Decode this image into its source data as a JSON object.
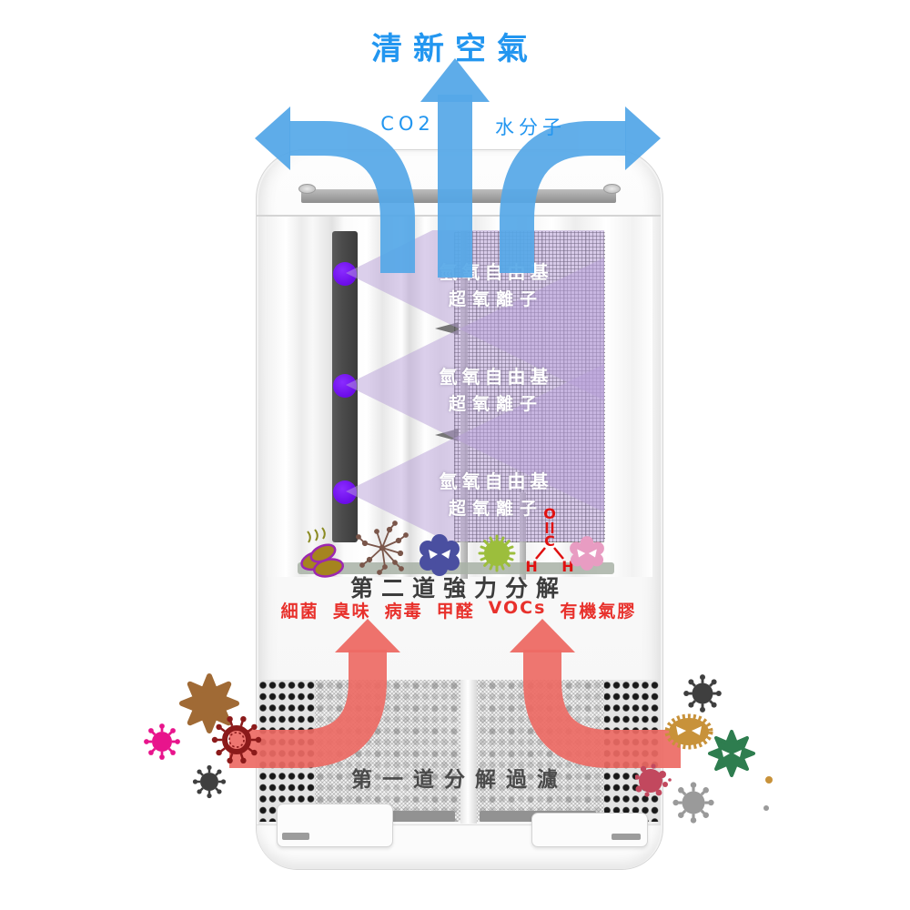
{
  "palette": {
    "blue": "#55A8E8",
    "blue_text": "#2296F0",
    "purple_beam": "#B7A0D8",
    "violet_led": "#6B0CE8",
    "lamp_gray": "#4B4B4B",
    "red_arrow": "#ED6A64",
    "red_text": "#E8312C",
    "dark_title": "#3D3D3D",
    "stage1_title": "#4A4A4A",
    "shelf": "#A8B2A6",
    "label_white": "#FFFFFF",
    "olive": "#A5841F",
    "outline_purple": "#9C27B0",
    "web_brown": "#7A564A",
    "indigo": "#4A4FA0",
    "spore_green": "#9CBE3C",
    "pink": "#E89CC2",
    "mol_red": "#E01010",
    "star_brown": "#A06A35",
    "magenta": "#E8148C",
    "maroon": "#8B1A1A",
    "dark_gray": "#3F3F3F",
    "gray": "#9A9A9A",
    "tan": "#C8923A",
    "green_star": "#2E7D4F",
    "splat": "#C2485E"
  },
  "header": {
    "title": "清新空氣",
    "left_label": "CO2",
    "right_label": "水分子"
  },
  "stage2": {
    "radical_line1": "氫氧自由基",
    "radical_line2": "超氧離子",
    "title": "第二道強力分解",
    "pollutants": [
      "細菌",
      "臭味",
      "病毒",
      "甲醛",
      "VOCs",
      "有機氣膠"
    ]
  },
  "stage1": {
    "title": "第一道分解過濾"
  },
  "molecule": {
    "o": "O",
    "c": "C",
    "h1": "H",
    "h2": "H"
  }
}
